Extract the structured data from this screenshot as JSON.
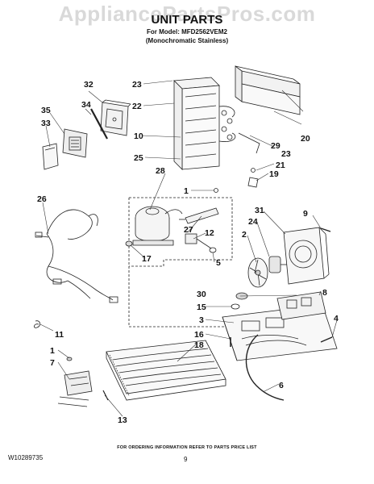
{
  "watermark": "AppliancePartsPros.com",
  "title": "UNIT PARTS",
  "model_line": "For Model: MFD2562VEM2",
  "variant_line": "(Monochromatic Stainless)",
  "footer_note": "FOR ORDERING INFORMATION REFER TO PARTS PRICE LIST",
  "doc_number": "W10289735",
  "page_number": "9",
  "part_numbers": {
    "p32": "32",
    "p23a": "23",
    "p22": "22",
    "p35": "35",
    "p34": "34",
    "p33": "33",
    "p10": "10",
    "p25": "25",
    "p20": "20",
    "p29": "29",
    "p23b": "23",
    "p21": "21",
    "p19": "19",
    "p28": "28",
    "p1a": "1",
    "p26": "26",
    "p31": "31",
    "p9": "9",
    "p24": "24",
    "p27": "27",
    "p12": "12",
    "p2": "2",
    "p17": "17",
    "p5": "5",
    "p30": "30",
    "p8": "8",
    "p15": "15",
    "p3": "3",
    "p4": "4",
    "p11": "11",
    "p16": "16",
    "p18": "18",
    "p1b": "1",
    "p7": "7",
    "p6": "6",
    "p13": "13"
  }
}
